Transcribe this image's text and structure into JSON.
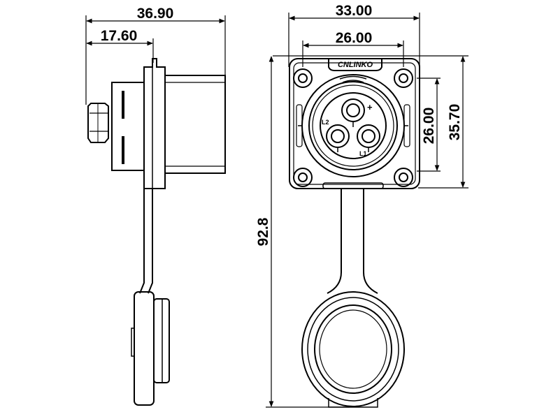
{
  "dimensions": {
    "side_overall_width": "36.90",
    "side_flange_depth": "17.60",
    "front_flange_width": "33.00",
    "front_hole_spacing_h": "26.00",
    "front_hole_spacing_v": "26.00",
    "front_flange_height": "35.70",
    "overall_length": "92.8"
  },
  "pins": {
    "plus_label": "+",
    "l1_label": "L1",
    "l2_label": "L2"
  },
  "logo": {
    "text": "CNLINKO"
  }
}
